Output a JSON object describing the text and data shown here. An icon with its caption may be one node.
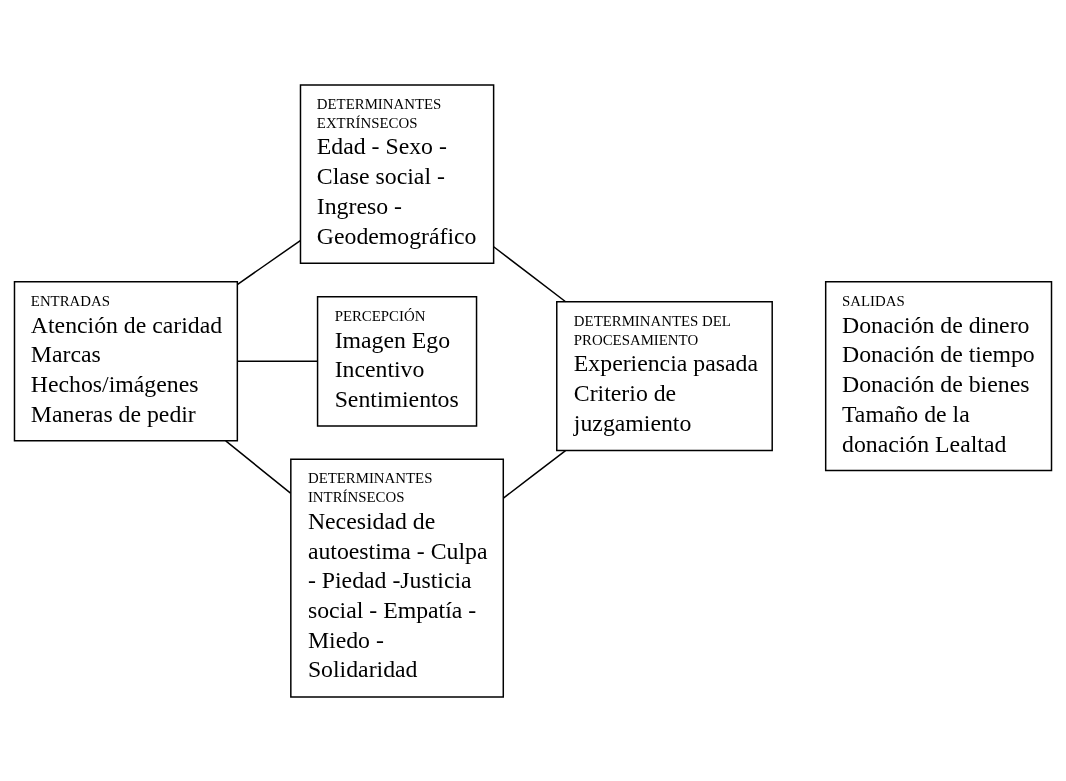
{
  "diagram": {
    "nodes": [
      {
        "text": [
          "DETERMINANTES EXTRÍNSECOS",
          "Edad - Sexo - Clase social - Ingreso - Geodemográfico"
        ]
      },
      {
        "text": [
          "ENTRADAS",
          "Atención de caridad Marcas Hechos/imágenes Maneras de pedir"
        ]
      },
      {
        "text": [
          "PERCEPCIÓN",
          "Imagen Ego Incentivo Sentimientos"
        ]
      },
      {
        "text": [
          "DETERMINANTES DEL PROCESAMIENTO",
          "Experiencia pasada Criterio de juzgamiento"
        ]
      },
      {
        "text": [
          "SALIDAS",
          "Donación de dinero Donación de tiempo Donación de bienes Tamaño de la donación Lealtad"
        ]
      },
      {
        "text": [
          "DETERMINANTES INTRÍNSECOS",
          "Necesidad de autoestima - Culpa - Piedad -Justicia social - Empatía - Miedo - Solidaridad"
        ]
      }
    ],
    "edges": [
      {
        "from": 1,
        "to": 0,
        "arrow": "none"
      },
      {
        "from": 1,
        "to": 2,
        "arrow": "none"
      },
      {
        "from": 1,
        "to": 5,
        "arrow": "none"
      },
      {
        "from": 0,
        "to": 3,
        "arrow": "none"
      },
      {
        "from": 5,
        "to": 3,
        "arrow": "none"
      }
    ]
  }
}
